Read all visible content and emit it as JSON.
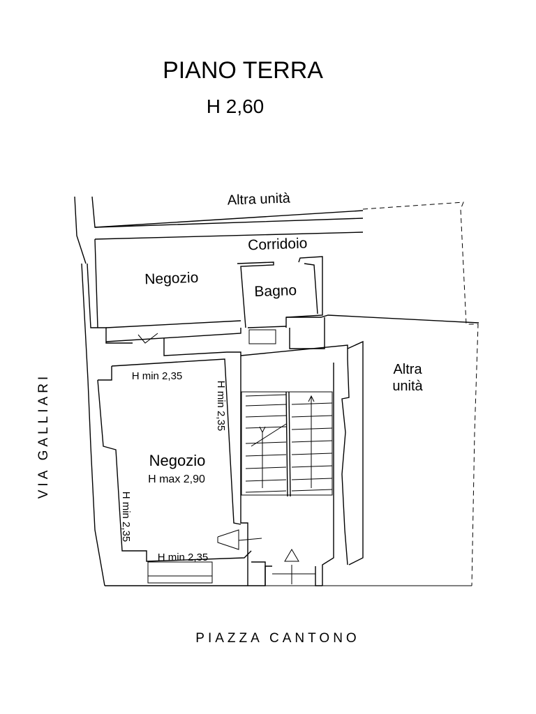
{
  "header": {
    "title": "PIANO TERRA",
    "height": "H 2,60"
  },
  "rooms": {
    "altra_unita_top": "Altra unità",
    "corridoio": "Corridoio",
    "negozio_top": "Negozio",
    "bagno": "Bagno",
    "altra_unita_right_line1": "Altra",
    "altra_unita_right_line2": "unità",
    "negozio_main": "Negozio",
    "negozio_main_hmax": "H max 2,90"
  },
  "heights": {
    "hmin_top": "H min 2,35",
    "hmin_right": "H min 2,35",
    "hmin_left": "H min 2,35",
    "hmin_bottom": "H min 2,35"
  },
  "streets": {
    "left": "VIA GALLIARI",
    "bottom": "PIAZZA CANTONO"
  }
}
